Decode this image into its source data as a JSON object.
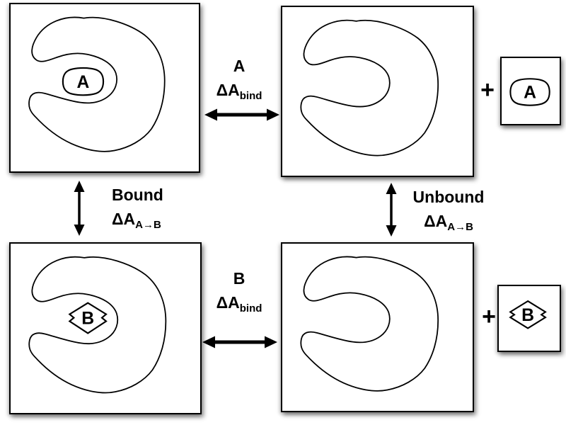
{
  "figure": {
    "background": "#ffffff",
    "stroke_color": "#000000",
    "description": "Thermodynamic cycle for relative binding free energy of ligands A and B"
  },
  "edges": {
    "top": {
      "state": "A",
      "delta": "ΔA",
      "sub": "bind"
    },
    "bottom": {
      "state": "B",
      "delta": "ΔA",
      "sub": "bind"
    },
    "left": {
      "state": "Bound",
      "delta": "ΔA",
      "sub": "A→B"
    },
    "right": {
      "state": "Unbound",
      "delta": "ΔA",
      "sub": "A→B"
    }
  },
  "ligands": {
    "bound_a": "A",
    "bound_b": "B",
    "free_a": "A",
    "free_b": "B"
  },
  "operators": {
    "plus_top": "+",
    "plus_bottom": "+"
  }
}
